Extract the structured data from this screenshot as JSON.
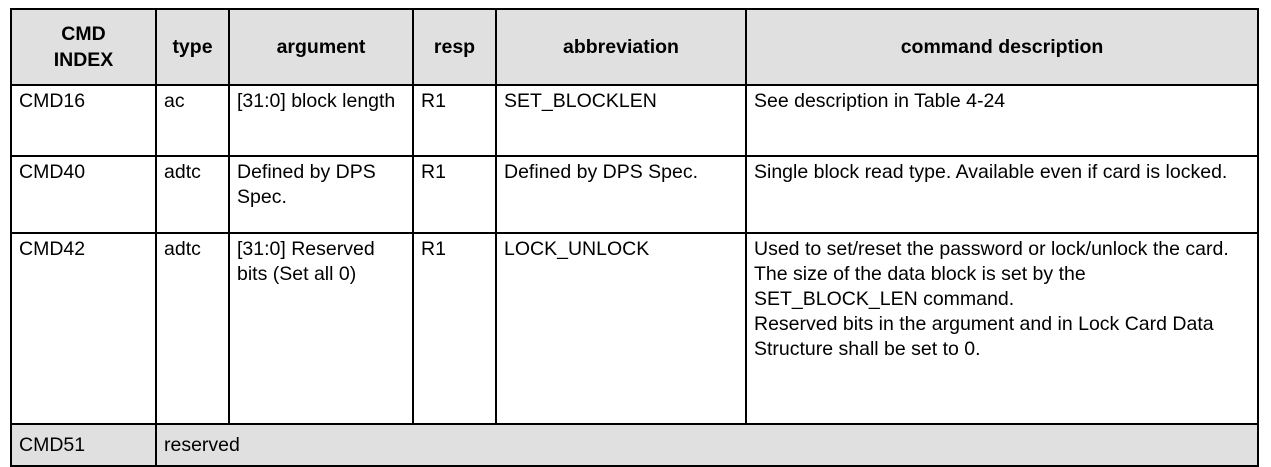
{
  "table": {
    "columns": [
      {
        "key": "cmd_index",
        "label": "CMD\nINDEX"
      },
      {
        "key": "type",
        "label": "type"
      },
      {
        "key": "argument",
        "label": "argument"
      },
      {
        "key": "resp",
        "label": "resp"
      },
      {
        "key": "abbreviation",
        "label": "abbreviation"
      },
      {
        "key": "description",
        "label": "command description"
      }
    ],
    "header": {
      "cmd_index": "CMD INDEX",
      "cmd_index_line1": "CMD",
      "cmd_index_line2": "INDEX",
      "type": "type",
      "argument": "argument",
      "resp": "resp",
      "abbreviation": "abbreviation",
      "description": "command description"
    },
    "rows": [
      {
        "cmd_index": "CMD16",
        "type": "ac",
        "argument": "[31:0] block length",
        "resp": "R1",
        "abbreviation": "SET_BLOCKLEN",
        "description": "See description in Table 4-24"
      },
      {
        "cmd_index": "CMD40",
        "type": "adtc",
        "argument": "Defined by DPS Spec.",
        "resp": "R1",
        "abbreviation": "Defined by DPS Spec.",
        "description": "Single block read type. Available even if card is locked."
      },
      {
        "cmd_index": "CMD42",
        "type": "adtc",
        "argument": "[31:0] Reserved bits (Set all 0)",
        "resp": "R1",
        "abbreviation": "LOCK_UNLOCK",
        "description": "Used to set/reset the password or lock/unlock the card. The size of the data block is set by the SET_BLOCK_LEN command.\nReserved bits in the argument and in Lock Card Data Structure shall be set to 0."
      }
    ],
    "reserved_row": {
      "cmd_index": "CMD51",
      "reserved_label": "reserved"
    }
  },
  "colors": {
    "header_background": "#e0e0e0",
    "reserved_background": "#e0e0e0",
    "border": "#000000",
    "text": "#000000",
    "page_background": "#ffffff"
  }
}
